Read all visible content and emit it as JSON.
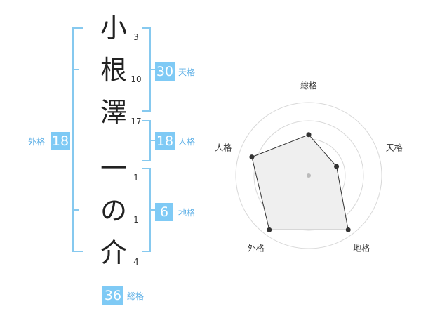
{
  "name_chars": [
    {
      "char": "小",
      "strokes": "3"
    },
    {
      "char": "根",
      "strokes": "10"
    },
    {
      "char": "澤",
      "strokes": "17"
    },
    {
      "char": "一",
      "strokes": "1"
    },
    {
      "char": "の",
      "strokes": "1"
    },
    {
      "char": "介",
      "strokes": "4"
    }
  ],
  "fortunes": {
    "tenkaku": {
      "value": "30",
      "label": "天格"
    },
    "jinkaku": {
      "value": "18",
      "label": "人格"
    },
    "chikaku": {
      "value": "6",
      "label": "地格"
    },
    "gaikaku": {
      "value": "18",
      "label": "外格"
    },
    "soukaku": {
      "value": "36",
      "label": "総格"
    }
  },
  "colors": {
    "accent": "#7fcaf5",
    "accent_text": "#5aaee6",
    "bracket": "#86c9ef"
  },
  "chart_data": {
    "type": "radar",
    "axes": [
      "総格",
      "天格",
      "地格",
      "外格",
      "人格"
    ],
    "values": [
      0.56,
      0.4,
      0.92,
      0.92,
      0.82
    ],
    "range": [
      0,
      1
    ],
    "rings": 4,
    "grid": true
  }
}
